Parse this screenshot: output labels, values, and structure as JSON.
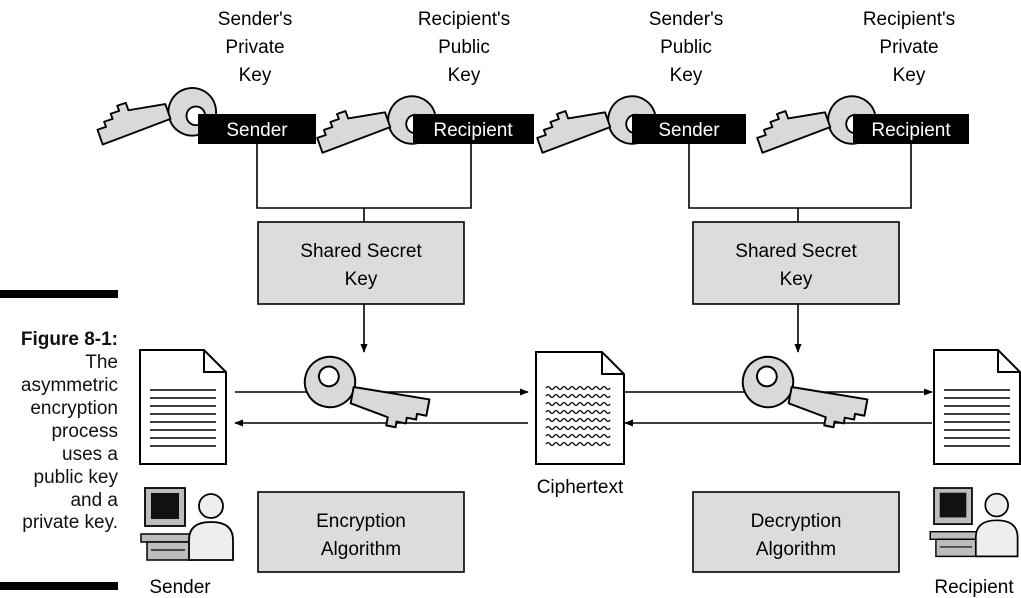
{
  "caption": {
    "label": "Figure 8-1:",
    "lines": [
      "The",
      "asymmetric",
      "encryption",
      "process",
      "uses a",
      "public key",
      "and a",
      "private key."
    ]
  },
  "left_side": {
    "key1": {
      "caption": [
        "Sender's",
        "Private",
        "Key"
      ],
      "tag": "Sender"
    },
    "key2": {
      "caption": [
        "Recipient's",
        "Public",
        "Key"
      ],
      "tag": "Recipient"
    },
    "shared_key": [
      "Shared Secret",
      "Key"
    ],
    "algorithm": [
      "Encryption",
      "Algorithm"
    ],
    "person": "Sender"
  },
  "right_side": {
    "key1": {
      "caption": [
        "Sender's",
        "Public",
        "Key"
      ],
      "tag": "Sender"
    },
    "key2": {
      "caption": [
        "Recipient's",
        "Private",
        "Key"
      ],
      "tag": "Recipient"
    },
    "shared_key": [
      "Shared Secret",
      "Key"
    ],
    "algorithm": [
      "Decryption",
      "Algorithm"
    ],
    "person": "Recipient"
  },
  "ciphertext_label": "Ciphertext",
  "colors": {
    "box_fill": "#dcdcdc",
    "key_fill": "#d9d9d9",
    "tag_fill": "#000000",
    "line": "#000000"
  }
}
